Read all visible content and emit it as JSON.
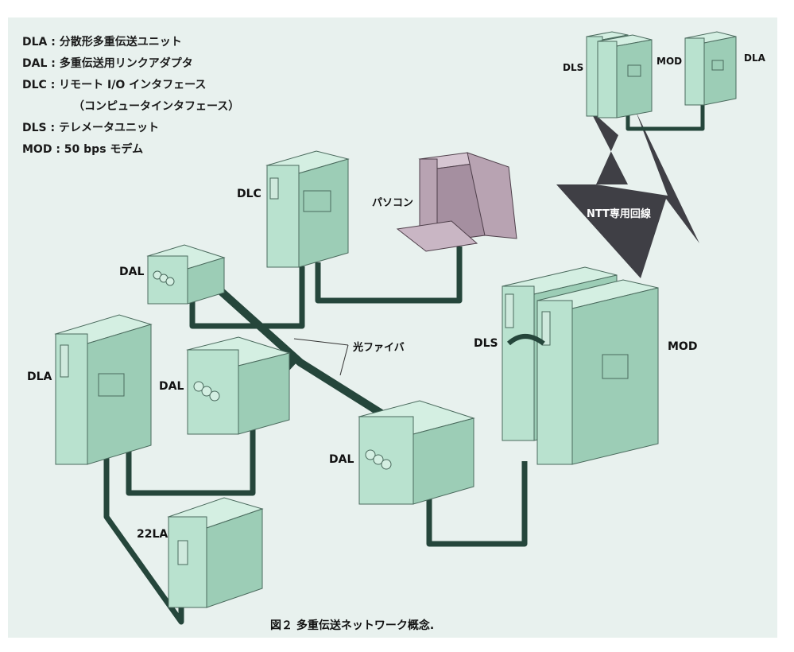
{
  "legend": [
    "DLA : 分散形多重伝送ユニット",
    "DAL : 多重伝送用リンクアダプタ",
    "DLC : リモート I/O インタフェース",
    "（コンピュータインタフェース）",
    "DLS : テレメータユニット",
    "MOD : 50 bps モデム"
  ],
  "labels": {
    "dls_top": "DLS",
    "mod_top": "MOD",
    "dla_top": "DLA",
    "ntt": "NTT専用回線",
    "dlc": "DLC",
    "pc": "パソコン",
    "dal_1": "DAL",
    "dal_2": "DAL",
    "dal_3": "DAL",
    "dla": "DLA",
    "dls": "DLS",
    "mod": "MOD",
    "fiber": "光ファイバ",
    "la22": "22LA"
  },
  "caption": "図２ 多重伝送ネットワーク概念.",
  "colors": {
    "panel": "#e8f1ee",
    "unit_front": "#b9e2cf",
    "unit_side": "#9ccdb6",
    "unit_top": "#d4efe2",
    "pc_body": "#b8a3b2",
    "cable": "#25463b",
    "lightning": "#3f3f45"
  }
}
